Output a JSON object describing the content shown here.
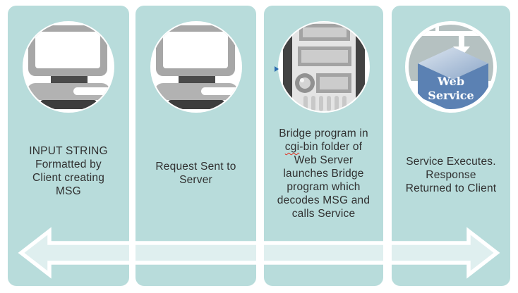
{
  "diagram": {
    "panels": [
      {
        "name": "client-input",
        "icon": "computer-icon",
        "caption": "INPUT STRING\nFormatted by\nClient creating\nMSG"
      },
      {
        "name": "request-sent",
        "icon": "computer-icon",
        "caption": "Request Sent to\nServer"
      },
      {
        "name": "bridge-program",
        "icon": "server-tower-icon",
        "caption": "Bridge program in\ncgi-bin folder of\nWeb Server\nlaunches Bridge\nprogram which\ndecodes MSG and\ncalls Service",
        "misspelled_word": "cgi"
      },
      {
        "name": "service-executes",
        "icon": "web-service-icon",
        "caption": "Service Executes.\nResponse\nReturned to Client",
        "icon_label": "Web\nService"
      }
    ],
    "flow_arrow": {
      "type": "double-headed-horizontal"
    },
    "colors": {
      "panel_bg": "#b8dcdb",
      "arrow_fill": "rgba(255,255,255,0.55)",
      "arrow_outline": "#ffffff",
      "caption_text": "#303030",
      "cube_blue": "#5b81b3",
      "cloud_gray": "#b5c1c1",
      "spellcheck_red": "#e03020",
      "cursor_blue": "#2a6cb0"
    }
  }
}
